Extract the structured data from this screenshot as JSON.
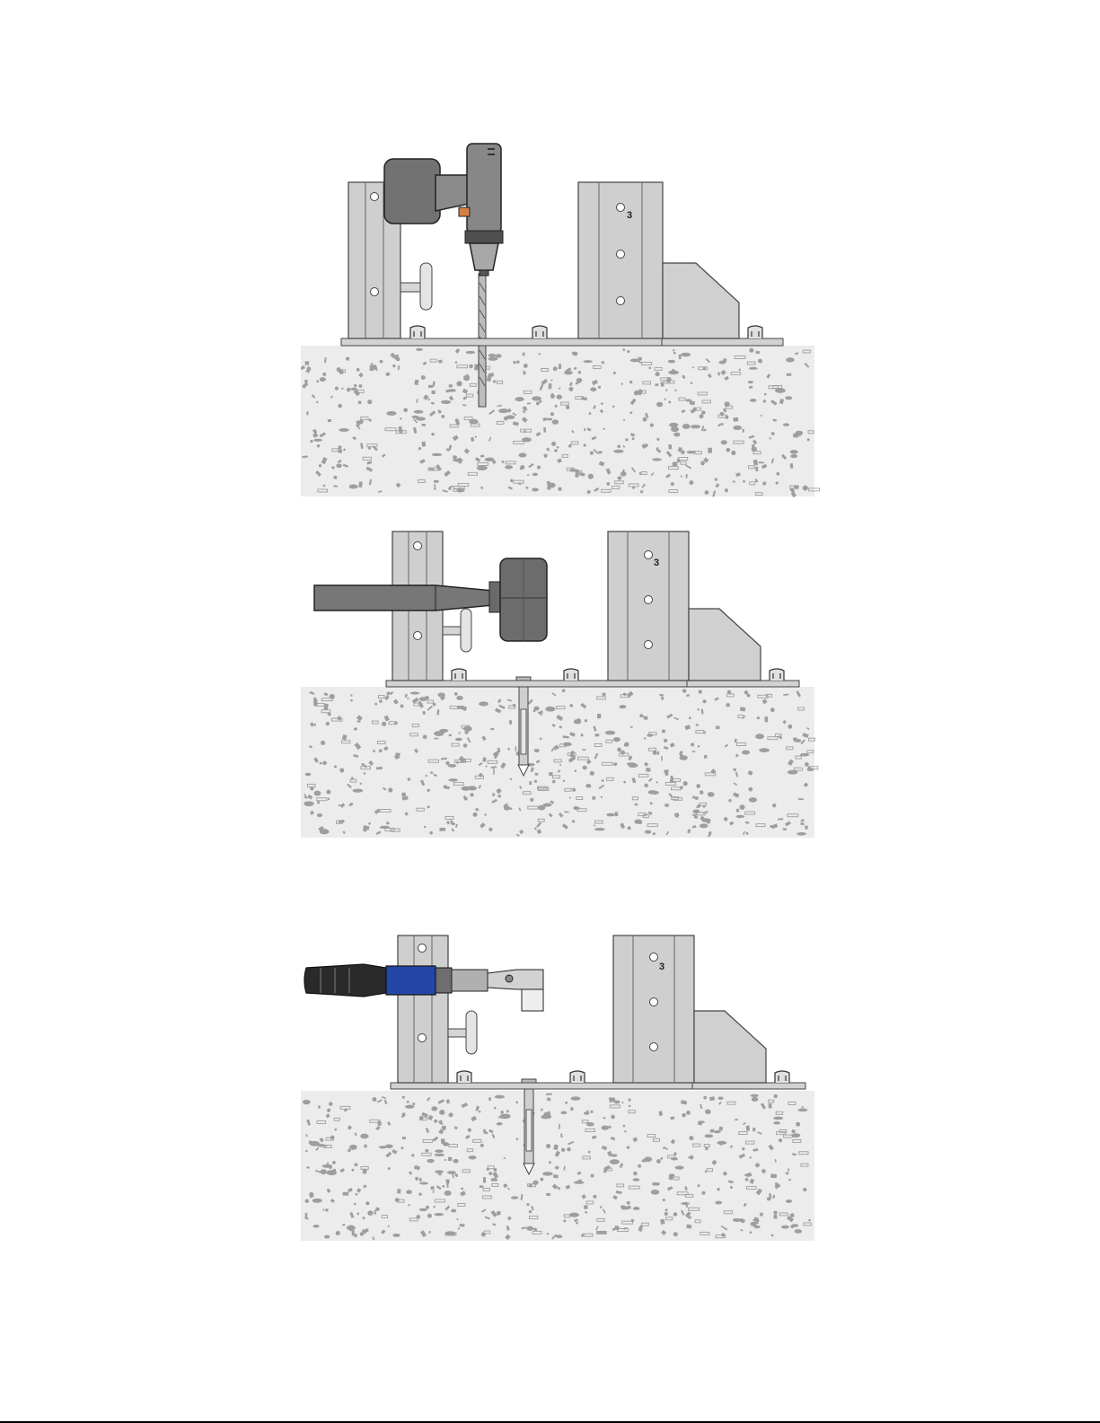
{
  "diagram": {
    "steps": [
      {
        "tool": "drill",
        "tool_icon": "cordless-drill-icon",
        "post_marking": "3"
      },
      {
        "tool": "hammer",
        "tool_icon": "hammer-icon",
        "post_marking": "3"
      },
      {
        "tool": "torque-wrench",
        "tool_icon": "torque-wrench-icon",
        "post_marking": "3"
      }
    ]
  },
  "colors": {
    "concrete": "#ececec",
    "aggregate": "#9e9e9e",
    "post": "#cfcfcf",
    "tool_body": "#6e6e6e",
    "wrench_blue": "#2346a8",
    "grip": "#2a2a2a"
  }
}
